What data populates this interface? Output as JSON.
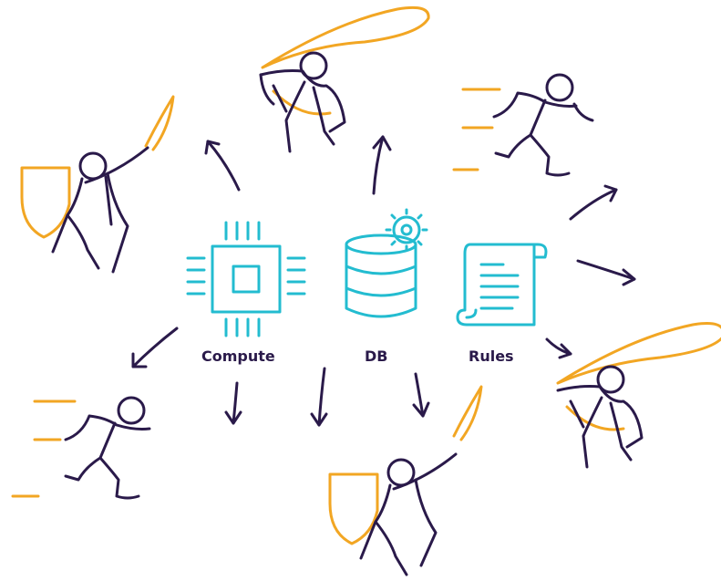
{
  "labels": {
    "compute": "Compute",
    "db": "DB",
    "rules": "Rules"
  },
  "icons": {
    "compute": "cpu-chip-icon",
    "db": "database-gear-icon",
    "rules": "scroll-document-icon"
  },
  "figures": [
    "swordsman-figure",
    "net-catcher-figure",
    "running-figure",
    "running-figure",
    "net-catcher-figure",
    "swordsman-figure"
  ],
  "colors": {
    "ink": "#2a1a4a",
    "accent_orange": "#f2a623",
    "accent_cyan": "#23bcd0",
    "background": "#ffffff"
  }
}
